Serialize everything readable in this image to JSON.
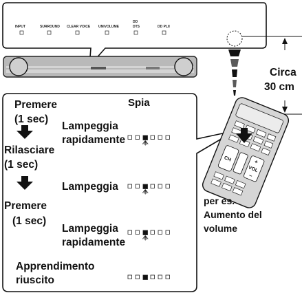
{
  "device": {
    "indicators": [
      {
        "label": "INPUT"
      },
      {
        "label": "SURROUND"
      },
      {
        "label": "CLEAR VOICE"
      },
      {
        "label": "UNIVOLUME"
      },
      {
        "label": "DTS",
        "top": "DD"
      },
      {
        "label": "DD PLII"
      }
    ]
  },
  "distance": {
    "line1": "Circa",
    "line2": "30 cm"
  },
  "procedure": {
    "column_header": "Spia",
    "steps": {
      "press1": [
        "Premere",
        "(1 sec)"
      ],
      "release": [
        "Rilasciare",
        "(1 sec)"
      ],
      "press2": [
        "Premere",
        "(1 sec)"
      ],
      "success": [
        "Apprendimento",
        "riuscito"
      ]
    },
    "states": {
      "fast1": [
        "Lampeggia",
        "rapidamente"
      ],
      "slow": [
        "Lampeggia"
      ],
      "fast2": [
        "Lampeggia",
        "rapidamente"
      ]
    },
    "indicator_rows": {
      "fast1": {
        "lit_index": 2,
        "rays": true
      },
      "slow": {
        "lit_index": 2,
        "rays": true
      },
      "fast2": {
        "lit_index": 2,
        "rays": true
      },
      "success": {
        "lit_index": 2,
        "rays": false
      }
    }
  },
  "remote": {
    "buttons": [
      "CH",
      "VOL"
    ],
    "caption": [
      "per es.",
      "Aumento del",
      "volume"
    ]
  }
}
